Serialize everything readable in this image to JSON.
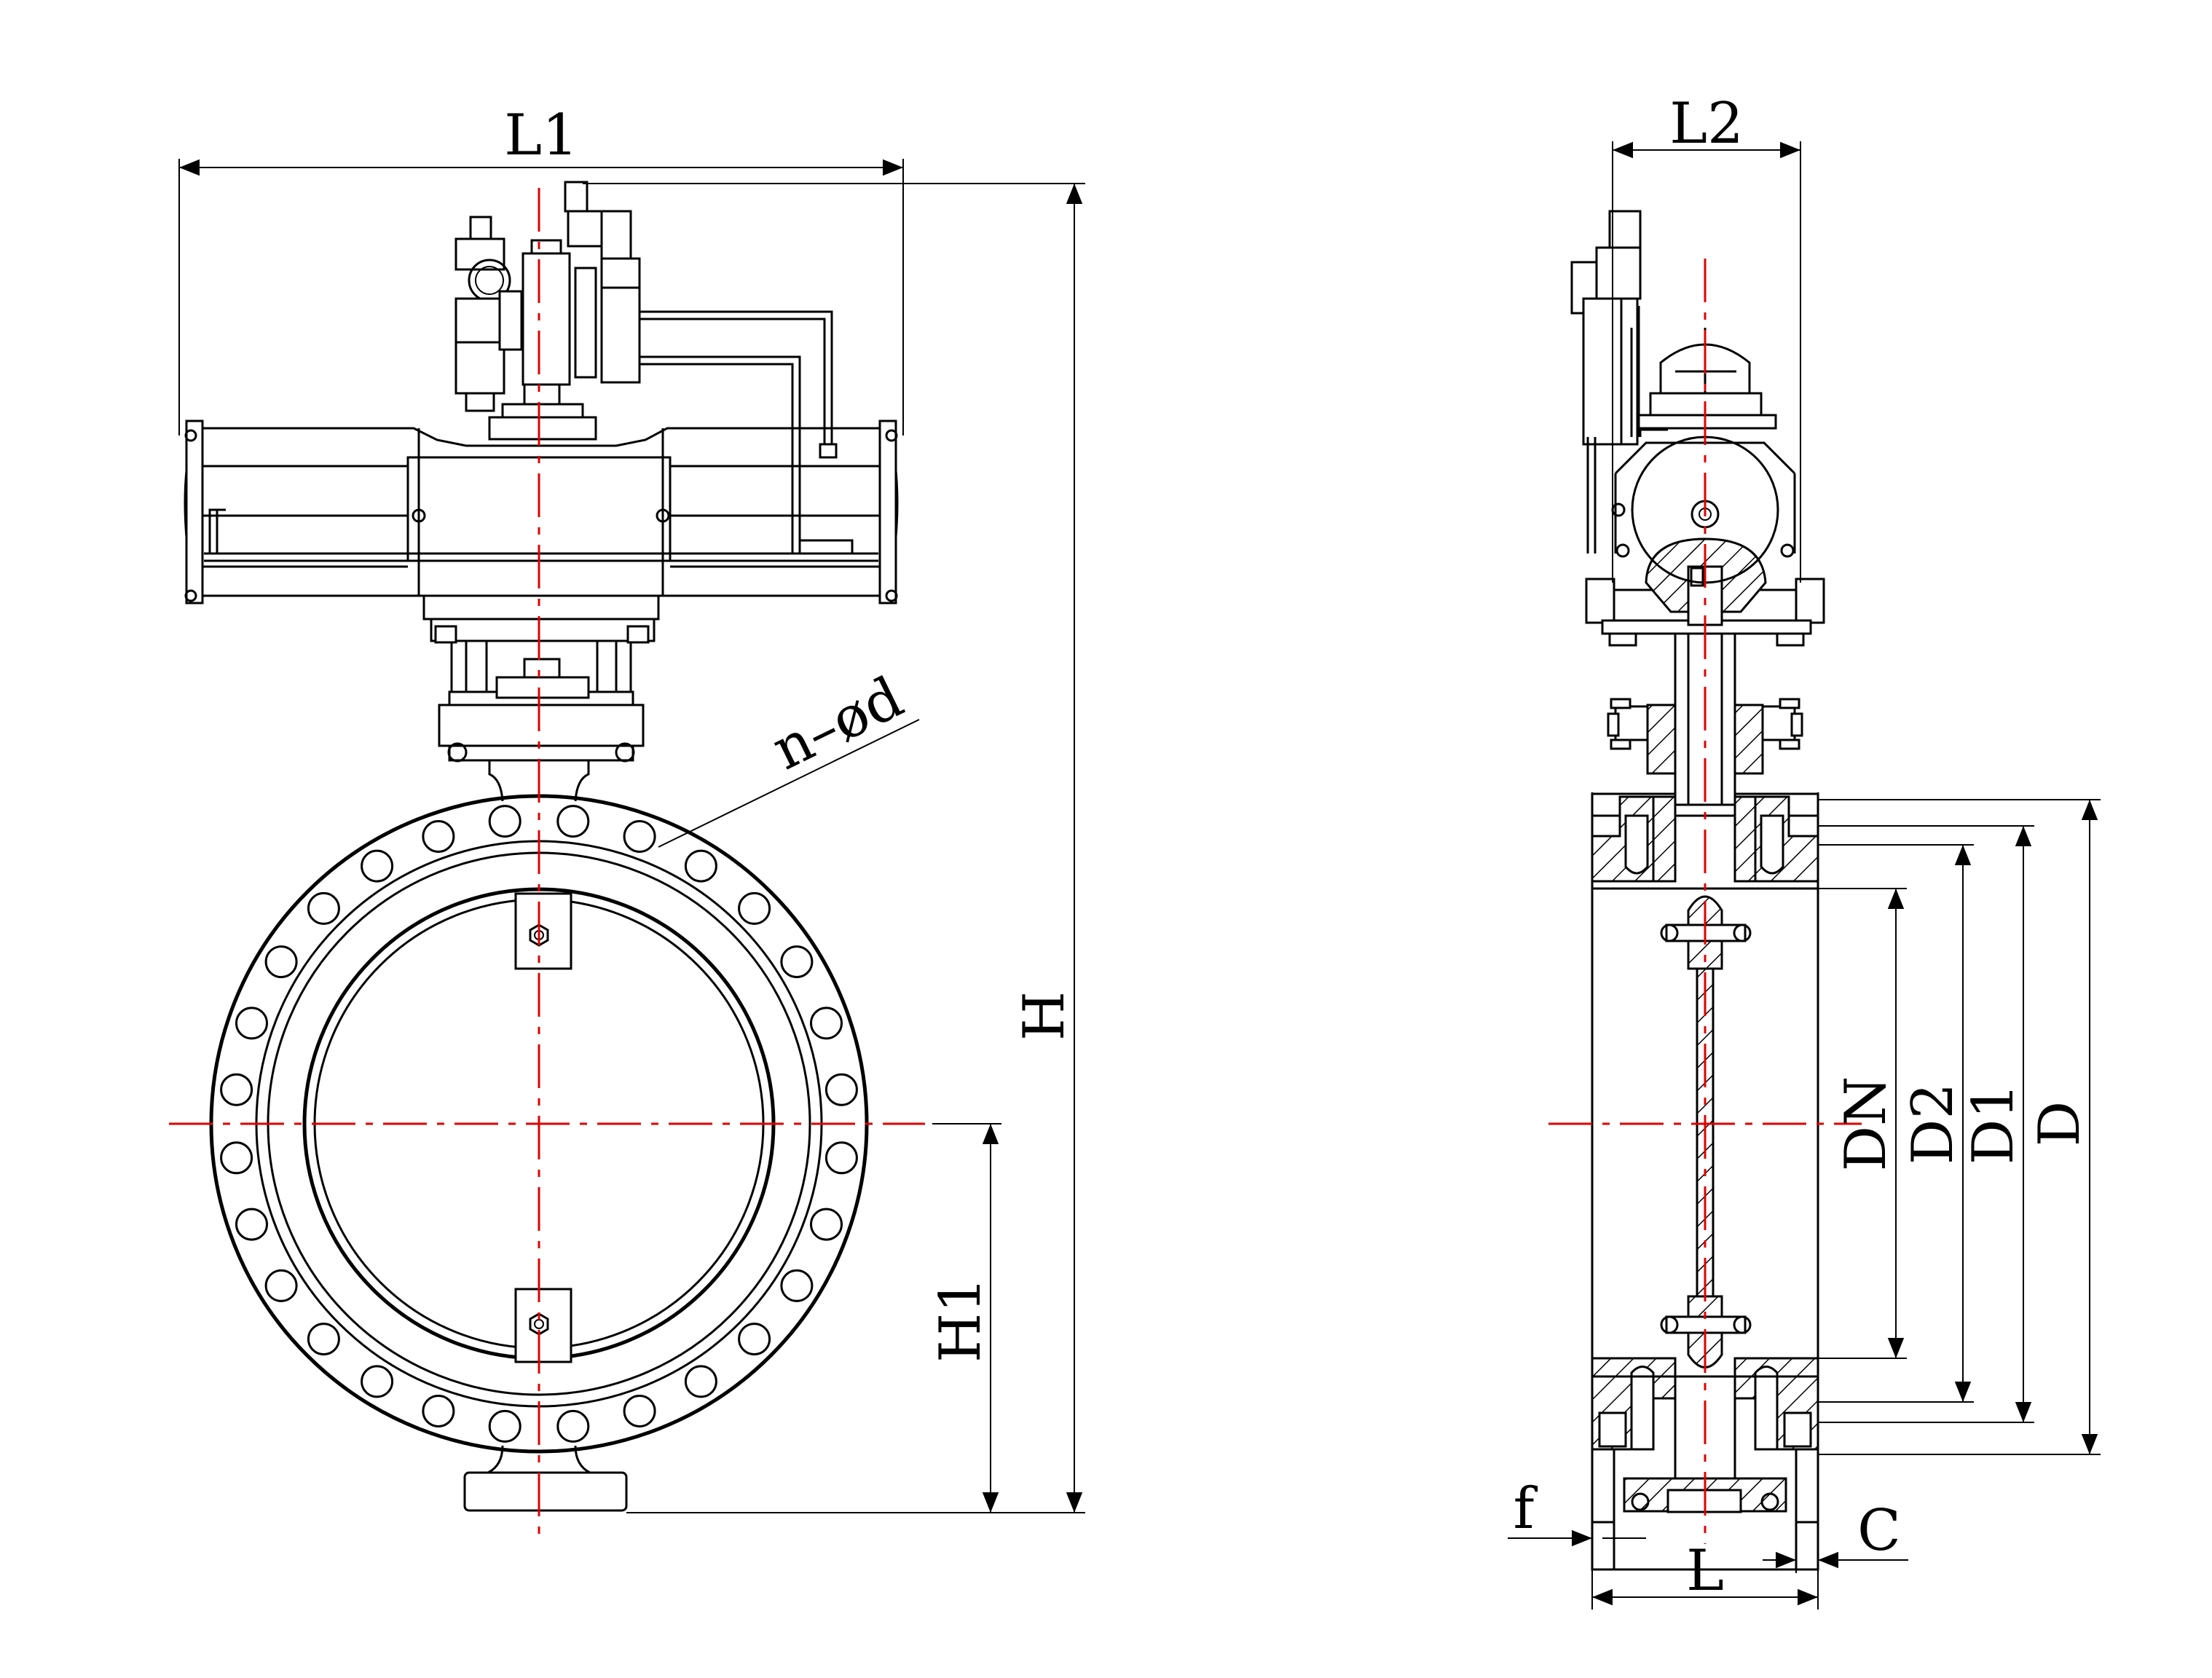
{
  "labels": {
    "L1": "L1",
    "L2": "L2",
    "n_d": "n–ød",
    "H": "H",
    "H1": "H1",
    "DN": "DN",
    "D2": "D2",
    "D1": "D1",
    "D": "D",
    "f": "f",
    "C": "C",
    "L": "L"
  },
  "colors": {
    "line": "#000000",
    "centerline": "#e00000"
  }
}
